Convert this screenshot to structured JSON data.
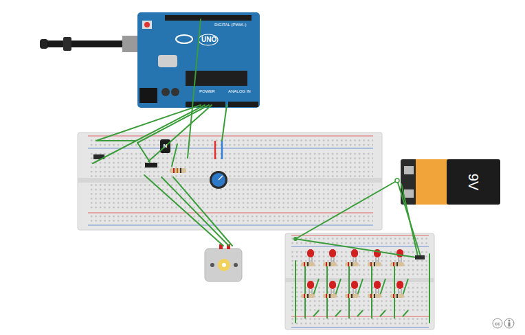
{
  "diagram": {
    "nodes": [
      {
        "text": [
          "UNO",
          "DIGITAL (PWM~)",
          "POWER",
          "ANALOG IN"
        ]
      },
      {
        "text": [
          "N"
        ]
      },
      {
        "text": [
          "9V"
        ]
      }
    ],
    "labels": [
      "cc"
    ]
  }
}
